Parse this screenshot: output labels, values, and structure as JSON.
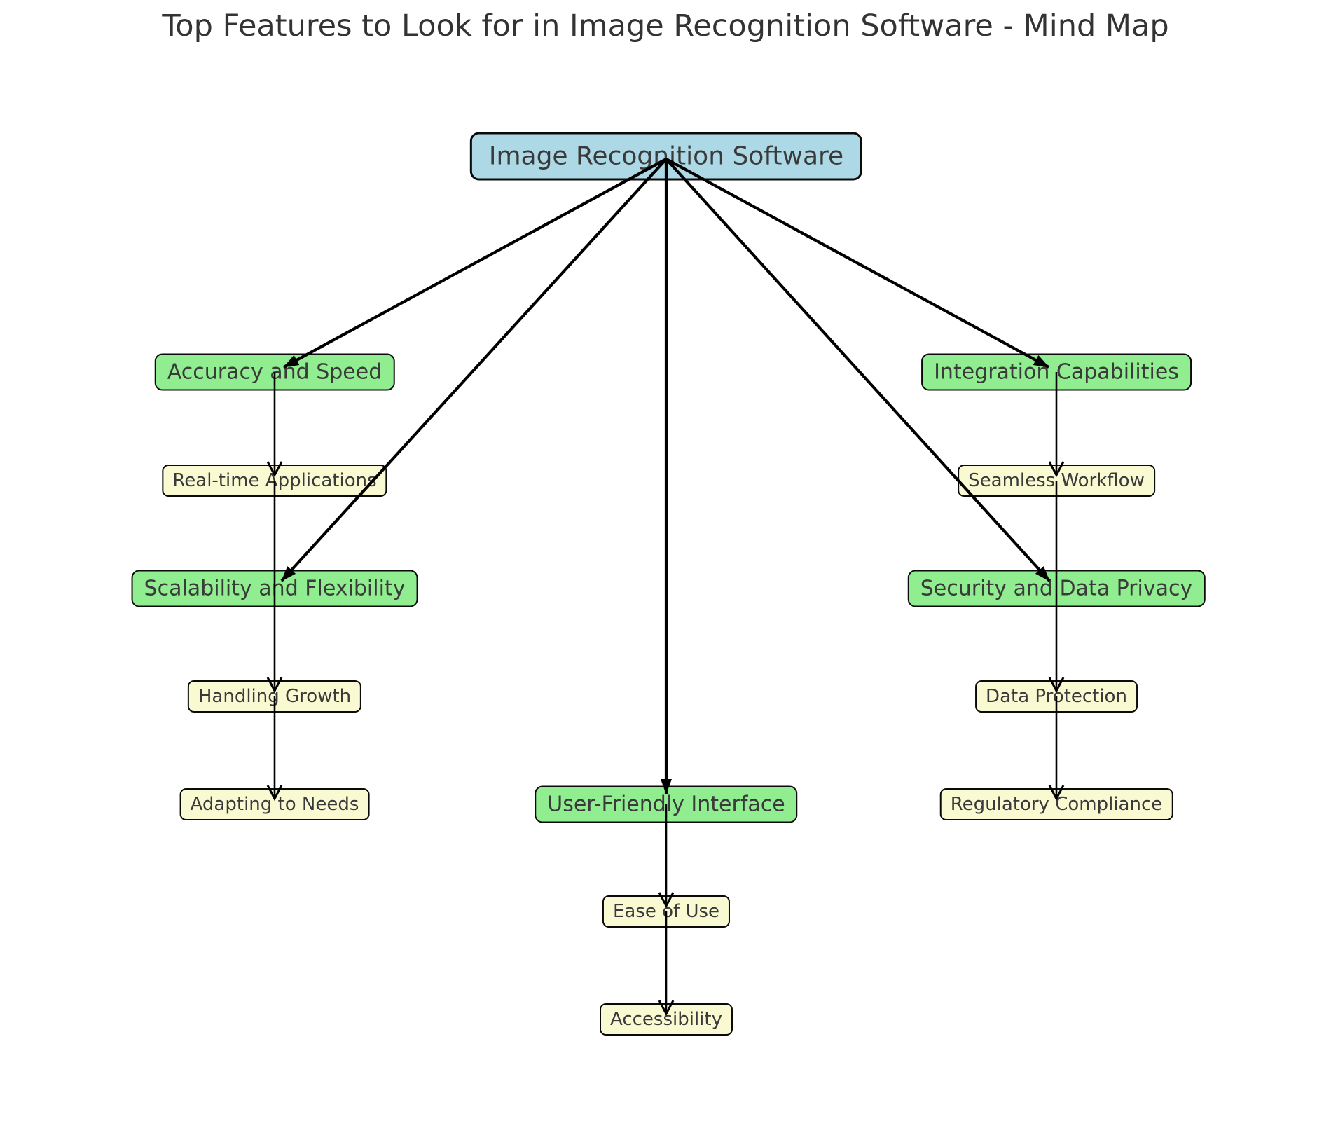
{
  "title": "Top Features to Look for in Image Recognition Software - Mind Map",
  "colors": {
    "root_fill": "#ADD8E6",
    "feature_fill": "#90EE90",
    "sub_fill": "#FAFAD2",
    "border": "#0A0A0A",
    "edge": "#000000",
    "text": "#3A3A3A",
    "title": "#333333",
    "background": "#FFFFFF"
  },
  "nodes": {
    "root": {
      "label": "Image Recognition Software",
      "kind": "root"
    },
    "accuracy": {
      "label": "Accuracy and Speed",
      "kind": "feature"
    },
    "realtime": {
      "label": "Real-time Applications",
      "kind": "sub"
    },
    "scalability": {
      "label": "Scalability and Flexibility",
      "kind": "feature"
    },
    "handling": {
      "label": "Handling Growth",
      "kind": "sub"
    },
    "adapting": {
      "label": "Adapting to Needs",
      "kind": "sub"
    },
    "integration": {
      "label": "Integration Capabilities",
      "kind": "feature"
    },
    "seamless": {
      "label": "Seamless Workflow",
      "kind": "sub"
    },
    "security": {
      "label": "Security and Data Privacy",
      "kind": "feature"
    },
    "data_protection": {
      "label": "Data Protection",
      "kind": "sub"
    },
    "regulatory": {
      "label": "Regulatory Compliance",
      "kind": "sub"
    },
    "user_friendly": {
      "label": "User-Friendly Interface",
      "kind": "feature"
    },
    "ease": {
      "label": "Ease of Use",
      "kind": "sub"
    },
    "accessibility": {
      "label": "Accessibility",
      "kind": "sub"
    }
  },
  "edges": [
    {
      "from": "Image Recognition Software",
      "to": "Accuracy and Speed",
      "type": "primary"
    },
    {
      "from": "Image Recognition Software",
      "to": "Scalability and Flexibility",
      "type": "primary"
    },
    {
      "from": "Image Recognition Software",
      "to": "User-Friendly Interface",
      "type": "primary"
    },
    {
      "from": "Image Recognition Software",
      "to": "Integration Capabilities",
      "type": "primary"
    },
    {
      "from": "Image Recognition Software",
      "to": "Security and Data Privacy",
      "type": "primary"
    },
    {
      "from": "Accuracy and Speed",
      "to": "Real-time Applications",
      "type": "sub"
    },
    {
      "from": "Real-time Applications",
      "to": "Scalability and Flexibility",
      "type": "sub"
    },
    {
      "from": "Scalability and Flexibility",
      "to": "Handling Growth",
      "type": "sub"
    },
    {
      "from": "Handling Growth",
      "to": "Adapting to Needs",
      "type": "sub"
    },
    {
      "from": "Integration Capabilities",
      "to": "Seamless Workflow",
      "type": "sub"
    },
    {
      "from": "Seamless Workflow",
      "to": "Security and Data Privacy",
      "type": "sub"
    },
    {
      "from": "Security and Data Privacy",
      "to": "Data Protection",
      "type": "sub"
    },
    {
      "from": "Data Protection",
      "to": "Regulatory Compliance",
      "type": "sub"
    },
    {
      "from": "User-Friendly Interface",
      "to": "Ease of Use",
      "type": "sub"
    },
    {
      "from": "Ease of Use",
      "to": "Accessibility",
      "type": "sub"
    }
  ]
}
